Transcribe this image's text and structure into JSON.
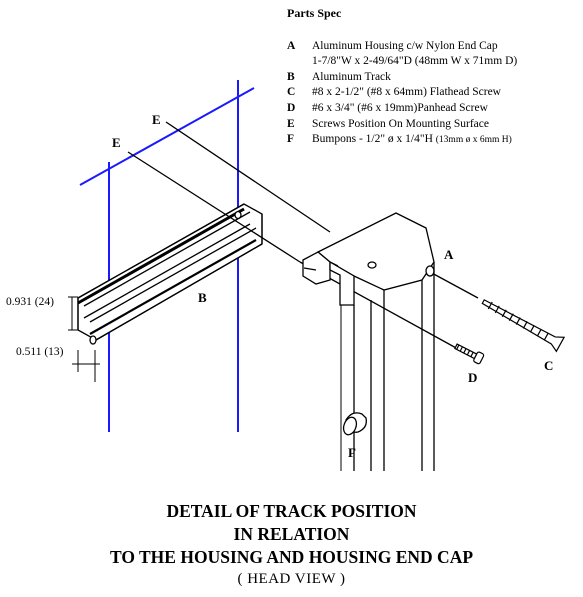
{
  "parts_spec": {
    "title": "Parts Spec",
    "items": [
      {
        "letter": "A",
        "text": "Aluminum Housing c/w Nylon End Cap",
        "cont": "1-7/8\"W x 2-49/64\"D (48mm W x 71mm D)"
      },
      {
        "letter": "B",
        "text": "Aluminum Track"
      },
      {
        "letter": "C",
        "text": "#8 x 2-1/2\" (#8 x 64mm) Flathead Screw"
      },
      {
        "letter": "D",
        "text": "#6 x 3/4\" (#6 x 19mm)Panhead Screw"
      },
      {
        "letter": "E",
        "text": "Screws Position On Mounting Surface"
      },
      {
        "letter": "F",
        "text": "Bumpons - 1/2\" ø  x  1/4\"H",
        "small": "(13mm ø x 6mm H)"
      }
    ]
  },
  "drawing": {
    "label_A": "A",
    "label_B": "B",
    "label_C": "C",
    "label_D": "D",
    "label_E1": "E",
    "label_E2": "E",
    "label_F": "F",
    "dim_height": "0.931 (24)",
    "dim_width": "0.511 (13)",
    "colors": {
      "mounting_surface": "#1a1aff",
      "line": "#000000"
    }
  },
  "caption": {
    "line1": "DETAIL OF TRACK POSITION",
    "line2": "IN RELATION",
    "line3": "TO THE HOUSING AND HOUSING END CAP",
    "line4": "( HEAD VIEW )"
  }
}
